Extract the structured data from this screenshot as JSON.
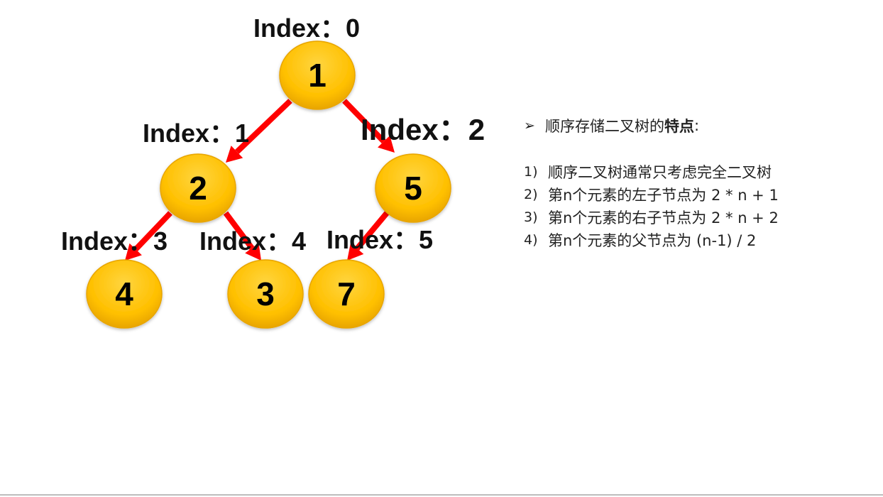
{
  "tree": {
    "nodes": [
      {
        "value": "1",
        "index_label": "Index：0"
      },
      {
        "value": "2",
        "index_label": "Index：1"
      },
      {
        "value": "5",
        "index_label": "Index：2"
      },
      {
        "value": "4",
        "index_label": "Index：3"
      },
      {
        "value": "3",
        "index_label": "Index：4"
      },
      {
        "value": "7",
        "index_label": "Index：5"
      }
    ],
    "edges": [
      [
        0,
        1
      ],
      [
        0,
        2
      ],
      [
        1,
        3
      ],
      [
        1,
        4
      ],
      [
        2,
        5
      ]
    ],
    "colors": {
      "node_fill": "#FFC000",
      "node_light": "#FFD540",
      "node_dark": "#E8A500",
      "edge": "#FF0000",
      "text": "#000000"
    }
  },
  "side": {
    "bullet": "➢",
    "title_plain": "顺序存储二叉树的",
    "title_bold": "特点",
    "title_colon": ":",
    "items": [
      {
        "num": "1)",
        "text": "顺序二叉树通常只考虑完全二叉树"
      },
      {
        "num": "2)",
        "text": "第n个元素的左子节点为  2 * n + 1"
      },
      {
        "num": "3)",
        "text": "第n个元素的右子节点为  2 * n + 2"
      },
      {
        "num": "4)",
        "text": "第n个元素的父节点为  (n-1) / 2"
      }
    ]
  }
}
